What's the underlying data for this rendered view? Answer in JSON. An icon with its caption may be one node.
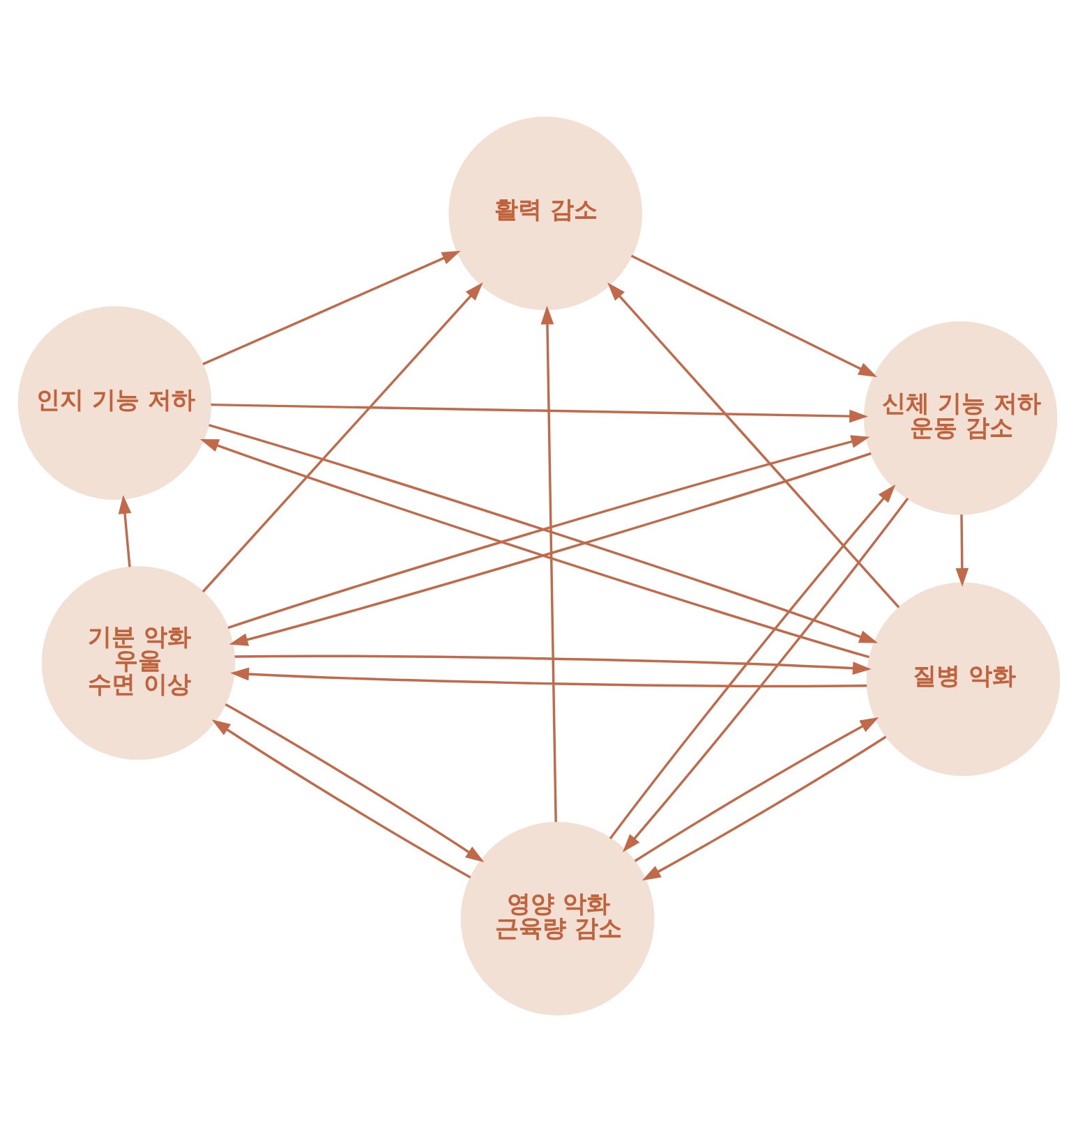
{
  "diagram": {
    "nodes": [
      {
        "text": [
          "활력 감소"
        ]
      },
      {
        "text": [
          "인지 기능 저하"
        ]
      },
      {
        "text": [
          "신체 기능 저하",
          "운동 감소"
        ]
      },
      {
        "text": [
          "기분 악화",
          "우울",
          "수면 이상"
        ]
      },
      {
        "text": [
          "질병 악화"
        ]
      },
      {
        "text": [
          "영양 악화",
          "근육량 감소"
        ]
      }
    ],
    "edges": [
      {
        "from": 1,
        "to": 0,
        "arrow": "to"
      },
      {
        "from": 0,
        "to": 2,
        "arrow": "to"
      },
      {
        "from": 1,
        "to": 2,
        "arrow": "to"
      },
      {
        "from": 1,
        "to": 4,
        "arrow": "to"
      },
      {
        "from": 4,
        "to": 1,
        "arrow": "to"
      },
      {
        "from": 3,
        "to": 0,
        "arrow": "to"
      },
      {
        "from": 4,
        "to": 0,
        "arrow": "to"
      },
      {
        "from": 5,
        "to": 0,
        "arrow": "to"
      },
      {
        "from": 3,
        "to": 1,
        "arrow": "to"
      },
      {
        "from": 2,
        "to": 4,
        "arrow": "to"
      },
      {
        "from": 3,
        "to": 2,
        "arrow": "to"
      },
      {
        "from": 2,
        "to": 3,
        "arrow": "to"
      },
      {
        "from": 4,
        "to": 3,
        "arrow": "to"
      },
      {
        "from": 3,
        "to": 4,
        "arrow": "to"
      },
      {
        "from": 2,
        "to": 5,
        "arrow": "to"
      },
      {
        "from": 5,
        "to": 2,
        "arrow": "to"
      },
      {
        "from": 5,
        "to": 3,
        "arrow": "to"
      },
      {
        "from": 3,
        "to": 5,
        "arrow": "to"
      },
      {
        "from": 4,
        "to": 5,
        "arrow": "to"
      },
      {
        "from": 5,
        "to": 4,
        "arrow": "to"
      }
    ]
  }
}
